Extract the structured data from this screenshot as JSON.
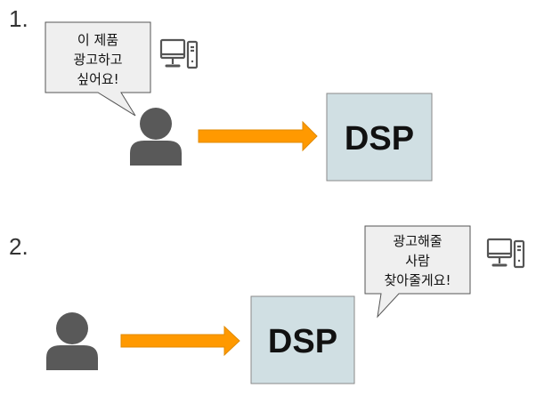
{
  "colors": {
    "person": "#595959",
    "arrow": "#ff9900",
    "arrow_stroke": "#e08a00",
    "dsp_fill": "#d0dfe3",
    "dsp_stroke": "#8a8a8a",
    "bubble_fill": "#efefef",
    "bubble_stroke": "#555555",
    "computer": "#555555"
  },
  "scene1": {
    "step_number": "1.",
    "bubble_lines": [
      "이 제품",
      "광고하고",
      "싶어요!"
    ],
    "box_label": "DSP",
    "icons": [
      "person-icon",
      "arrow-right-icon",
      "desktop-computer-icon"
    ]
  },
  "scene2": {
    "step_number": "2.",
    "bubble_lines": [
      "광고해줄",
      "사람",
      "찾아줄게요!"
    ],
    "box_label": "DSP",
    "icons": [
      "person-icon",
      "arrow-right-icon",
      "desktop-computer-icon"
    ]
  }
}
